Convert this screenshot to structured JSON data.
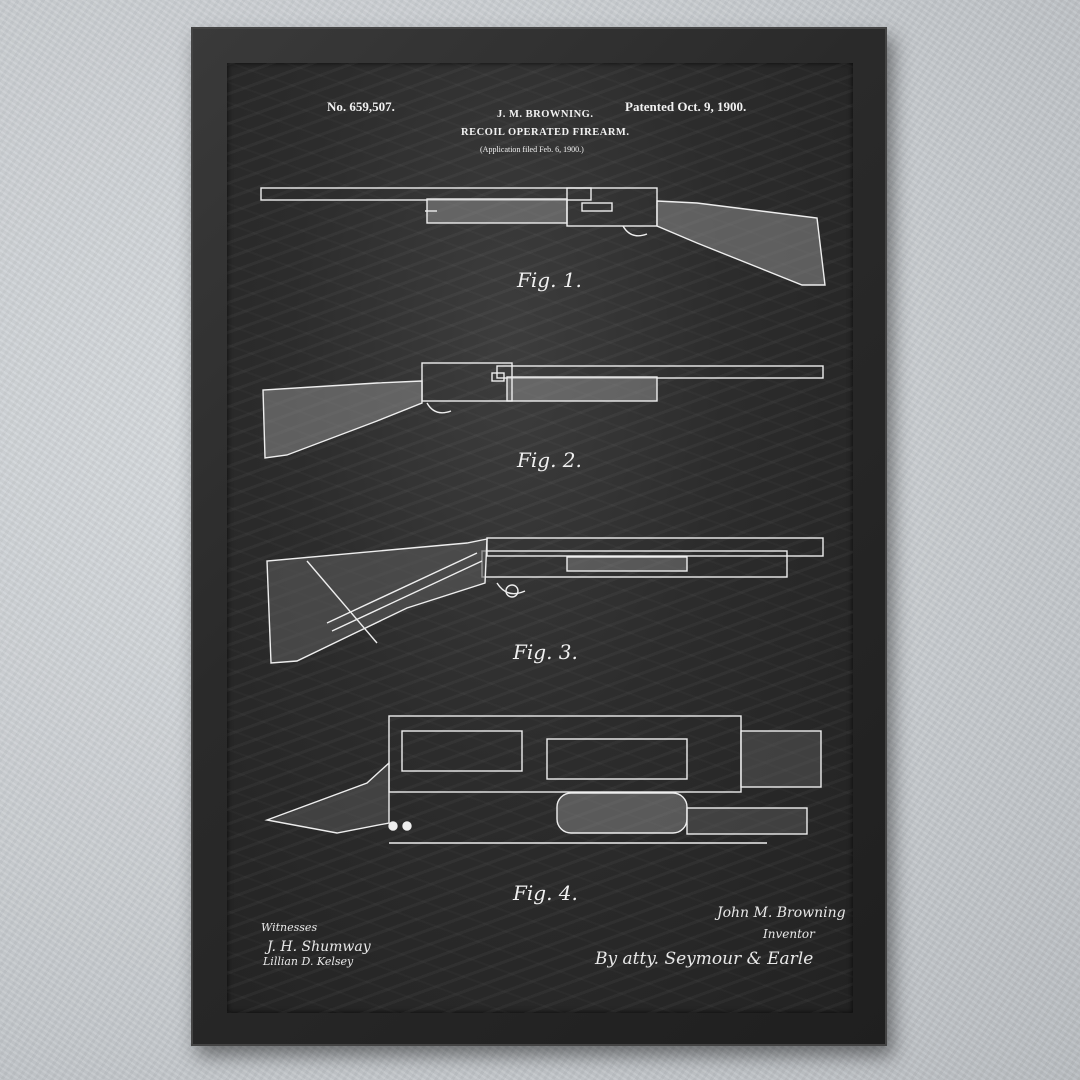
{
  "patent": {
    "number": "No. 659,507.",
    "date": "Patented Oct. 9, 1900.",
    "inventor": "J. M. BROWNING.",
    "title": "RECOIL OPERATED FIREARM.",
    "application": "(Application filed Feb. 6, 1900.)"
  },
  "figures": [
    {
      "label": "Fig. 1."
    },
    {
      "label": "Fig. 2."
    },
    {
      "label": "Fig. 3."
    },
    {
      "label": "Fig. 4."
    }
  ],
  "signatures": {
    "witnesses": "Witnesses",
    "witness_1": "J. H. Shumway",
    "witness_2": "Lillian D. Kelsey",
    "inventor": "John M. Browning",
    "inventor_role": "Inventor",
    "attorney": "By atty. Seymour & Earle"
  },
  "colors": {
    "frame": "#2a2a2a",
    "board": "#2e2e2e",
    "chalk": "#f2f2f2",
    "wall": "#c9cdd1"
  }
}
